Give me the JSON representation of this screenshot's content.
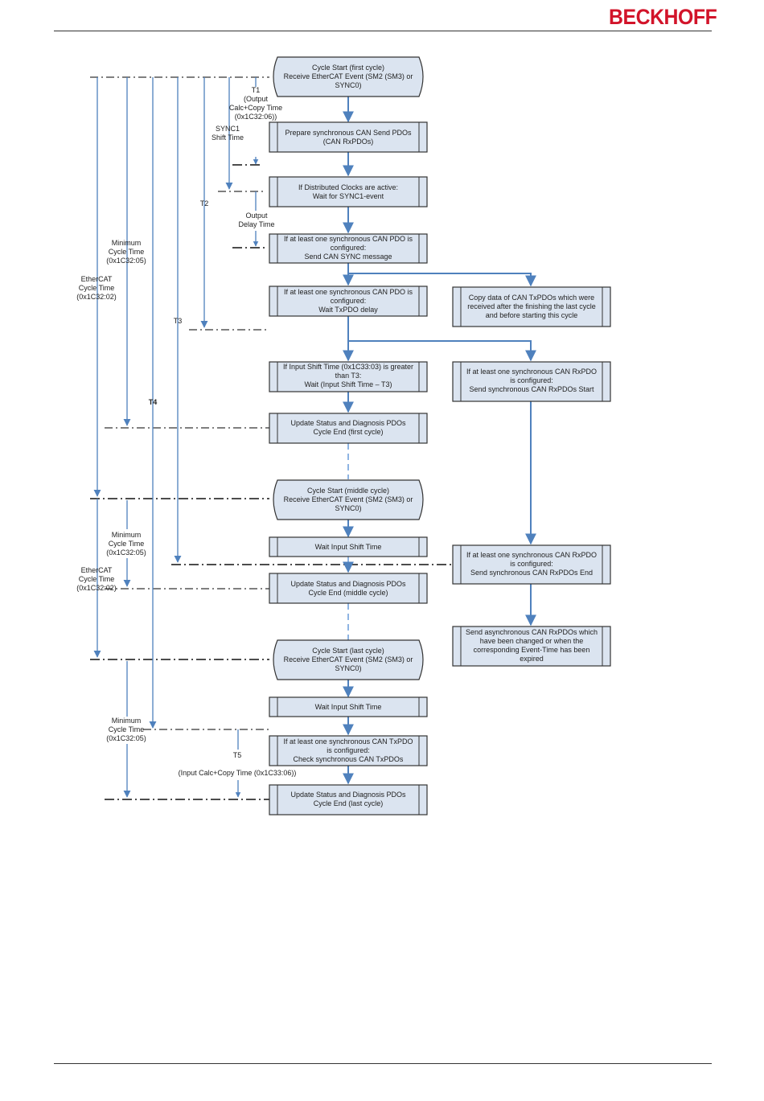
{
  "header": {
    "brand": "BECKHOFF",
    "brand_color": "#d2142a"
  },
  "colors": {
    "flow_arrow": "#4f81bd",
    "box_fill": "#dbe4f0"
  },
  "boxes": {
    "b1": [
      "Cycle Start (first cycle)",
      "Receive EtherCAT Event (SM2 (SM3) or",
      "SYNC0)"
    ],
    "b2": [
      "Prepare synchronous CAN Send PDOs",
      "(CAN RxPDOs)"
    ],
    "b3": [
      "If Distributed Clocks are active:",
      "Wait for SYNC1-event"
    ],
    "b4": [
      "If at least one synchronous CAN PDO is",
      "configured:",
      "Send CAN SYNC message"
    ],
    "b5": [
      "If at least one synchronous CAN PDO is",
      "configured:",
      "Wait TxPDO delay"
    ],
    "b6": [
      "If Input Shift Time (0x1C33:03) is greater",
      "than T3:",
      "Wait (Input Shift Time – T3)"
    ],
    "b7": [
      "Update Status and Diagnosis PDOs",
      "Cycle End (first cycle)"
    ],
    "b8": [
      "Cycle Start (middle cycle)",
      "Receive EtherCAT Event (SM2 (SM3) or",
      "SYNC0)"
    ],
    "b9": [
      "Wait Input Shift Time"
    ],
    "b10": [
      "Update Status and Diagnosis PDOs",
      "Cycle End (middle cycle)"
    ],
    "b11": [
      "Cycle Start (last cycle)",
      "Receive EtherCAT Event (SM2 (SM3) or",
      "SYNC0)"
    ],
    "b12": [
      "Wait Input Shift Time"
    ],
    "b13": [
      "If at least one synchronous CAN TxPDO",
      "is configured:",
      "Check synchronous CAN TxPDOs"
    ],
    "b14": [
      "Update Status and Diagnosis PDOs",
      "Cycle End (last cycle)"
    ],
    "r1": [
      "Copy data of CAN TxPDOs which were",
      "received after the finishing the last cycle",
      "and before starting this cycle"
    ],
    "r2": [
      "If at least one synchronous CAN RxPDO",
      "is configured:",
      "Send synchronous CAN RxPDOs Start"
    ],
    "r3": [
      "If at least one synchronous CAN RxPDO",
      "is configured:",
      "Send synchronous CAN RxPDOs End"
    ],
    "r4": [
      "Send asynchronous CAN RxPDOs which",
      "have been changed or when the",
      "corresponding Event-Time has been",
      "expired"
    ]
  },
  "labels": {
    "t1": [
      "T1",
      "(Output",
      "Calc+Copy Time",
      "(0x1C32:06))"
    ],
    "sync1": [
      "SYNC1",
      "Shift Time"
    ],
    "t2": [
      "T2"
    ],
    "odt": [
      "Output",
      "Delay Time"
    ],
    "mct1": [
      "Minimum",
      "Cycle Time",
      "(0x1C32:05)"
    ],
    "ect1": [
      "EtherCAT",
      "Cycle Time",
      "(0x1C32:02)"
    ],
    "t3": [
      "T3"
    ],
    "t4": [
      "T4"
    ],
    "mct2": [
      "Minimum",
      "Cycle Time",
      "(0x1C32:05)"
    ],
    "ect2": [
      "EtherCAT",
      "Cycle Time",
      "(0x1C32:02)"
    ],
    "mct3": [
      "Minimum",
      "Cycle Time",
      "(0x1C32:05)"
    ],
    "t5": [
      "T5"
    ],
    "icc": [
      "(Input Calc+Copy Time (0x1C33:06))"
    ]
  }
}
